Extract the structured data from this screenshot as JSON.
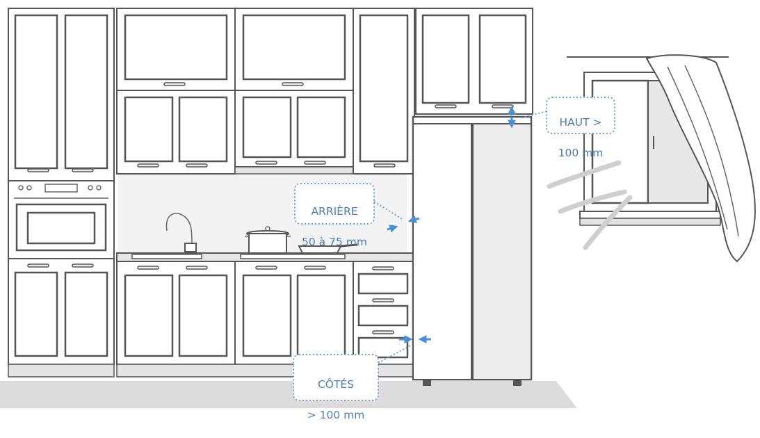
{
  "callouts": {
    "top": {
      "line1": "HAUT >",
      "line2": "100 mm"
    },
    "back": {
      "line1": "ARRIÈRE",
      "line2": "50 à 75 mm"
    },
    "sides": {
      "line1": "CÔTÉS",
      "line2": "> 100 mm"
    }
  },
  "colors": {
    "accent": "#4a90d9",
    "callout_text": "#4a7fb5",
    "outline": "#555555",
    "floor": "#dcdcdc"
  }
}
